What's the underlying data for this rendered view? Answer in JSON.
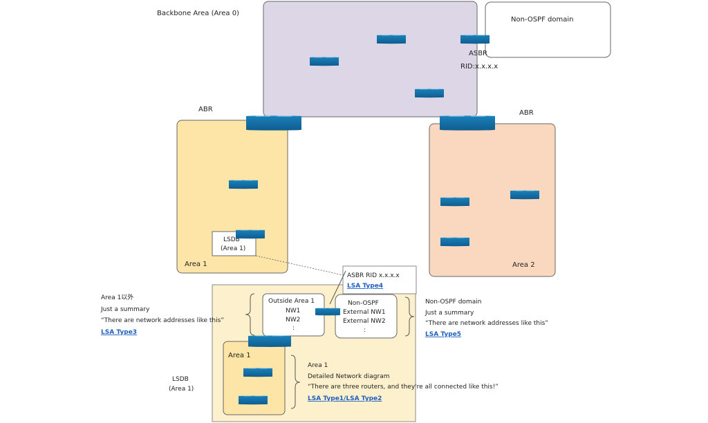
{
  "areas": {
    "backbone": {
      "label": "Backbone Area (Area 0)",
      "color": "#dcd6e6"
    },
    "area1": {
      "label": "Area 1",
      "color": "#fde5a8"
    },
    "area2": {
      "label": "Area 2",
      "color": "#f9d8bf"
    }
  },
  "non_ospf_domain": {
    "label": "Non-OSPF domain"
  },
  "asbr": {
    "label": "ASBR",
    "rid": "RID:x.x.x.x"
  },
  "abr_left": {
    "label": "ABR"
  },
  "abr_right": {
    "label": "ABR"
  },
  "lsdb_box": {
    "line1": "LSDB",
    "line2": "(Area 1)"
  },
  "lsdb_detail": {
    "color": "#fdf0cc",
    "outside_area1": {
      "title": "Outside Area 1",
      "nw1": "NW1",
      "nw2": "NW2",
      "more": ":"
    },
    "non_ospf": {
      "title": "Non-OSPF",
      "nw1": "External NW1",
      "nw2": "External NW2",
      "more": ":"
    },
    "asbr_box": {
      "text": "ASBR RID x.x.x.x",
      "link": "LSA Type4"
    },
    "inner_area1": {
      "label": "Area 1"
    }
  },
  "callouts": {
    "outside_area1": {
      "line1": "Area 1以外",
      "line2": "Just a summary",
      "line3": "“There are network addresses like this”",
      "link": "LSA Type3"
    },
    "non_ospf": {
      "line1": "Non-OSPF domain",
      "line2": "Just a summary",
      "line3": "“There are network addresses like this”",
      "link": "LSA Type5"
    },
    "area1": {
      "line1": "Area 1",
      "line2": "Detailed Network diagram",
      "line3": "“There are three routers, and they're all connected like this!”",
      "link": "LSA Type1/LSA Type2"
    }
  },
  "lsdb_side_label": {
    "line1": "LSDB",
    "line2": "(Area 1)"
  },
  "icons": {
    "router": "router-icon"
  }
}
